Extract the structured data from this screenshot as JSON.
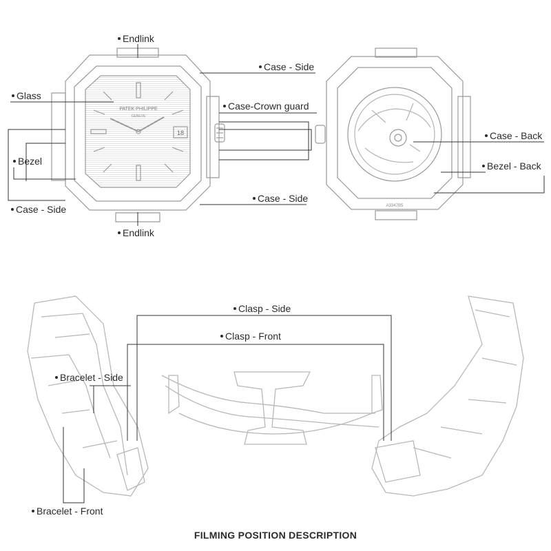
{
  "labels": {
    "endlink_top": "Endlink",
    "glass": "Glass",
    "case_side_top": "Case - Side",
    "case_crown_guard": "Case-Crown guard",
    "bezel": "Bezel",
    "case_side_left": "Case - Side",
    "case_side_mid": "Case - Side",
    "endlink_bottom": "Endlink",
    "case_back": "Case - Back",
    "bezel_back": "Bezel - Back",
    "clasp_side": "Clasp - Side",
    "clasp_front": "Clasp - Front",
    "bracelet_side": "Bracelet - Side",
    "bracelet_front": "Bracelet - Front"
  },
  "dial": {
    "brand": "PATEK PHILIPPE",
    "city": "GENEVE",
    "date": "18"
  },
  "caseback_engraving": "A3347B5",
  "footer": "FILMING POSITION DESCRIPTION"
}
